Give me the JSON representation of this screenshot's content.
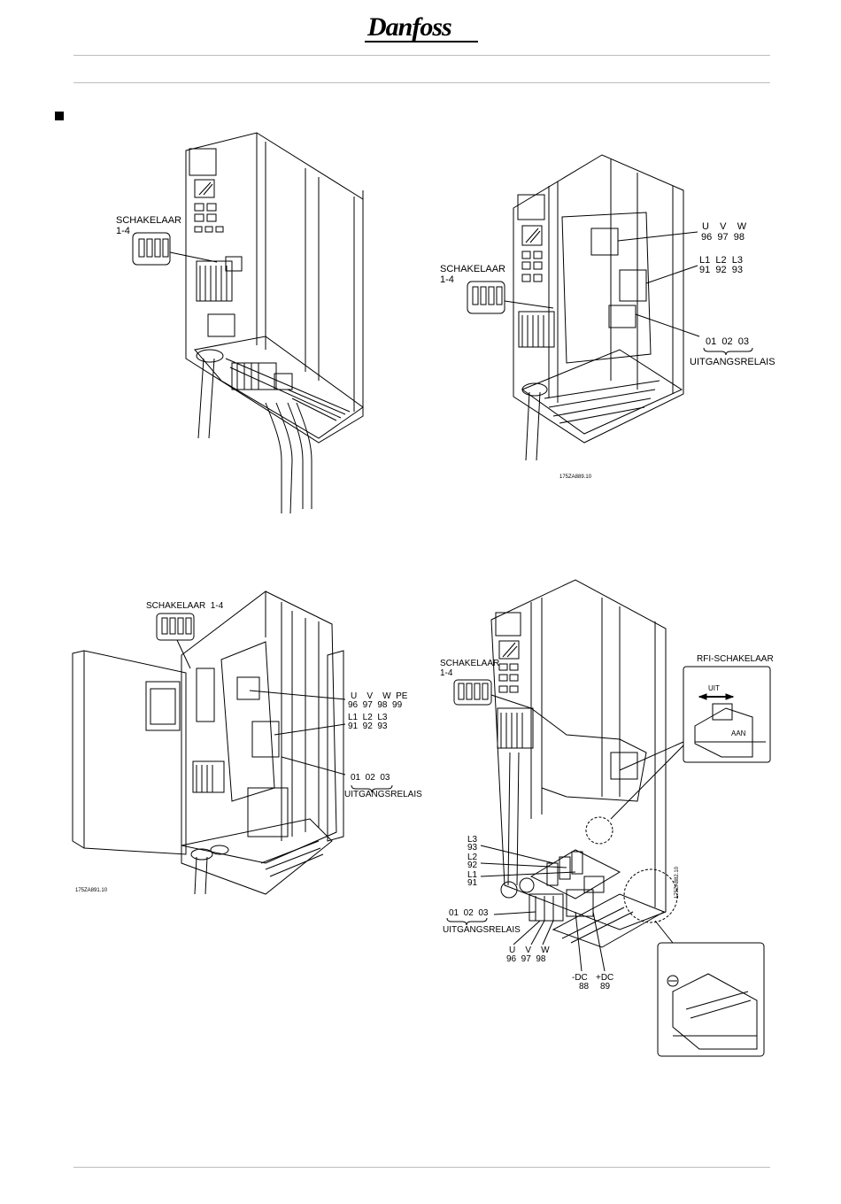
{
  "header": {
    "brand": "Danfoss"
  },
  "figures": [
    {
      "id": "fig1",
      "labels": {
        "switch": "SCHAKELAAR",
        "switch_range": "1-4"
      }
    },
    {
      "id": "fig2",
      "labels": {
        "switch": "SCHAKELAAR",
        "switch_range": "1-4",
        "motor_letters": "U    V    W",
        "motor_numbers": "96  97  98",
        "mains_letters": "L1  L2  L3",
        "mains_numbers": "91  92  93",
        "relay_numbers": "01  02  03",
        "relay_title": "UITGANGSRELAIS",
        "code": "175ZA889.10"
      }
    },
    {
      "id": "fig3",
      "labels": {
        "switch": "SCHAKELAAR  1-4",
        "motor_letters": "U    V    W  PE",
        "motor_numbers": "96  97  98  99",
        "mains_letters": "L1  L2  L3",
        "mains_numbers": "91  92  93",
        "relay_numbers": "01  02  03",
        "relay_title": "UITGANGSRELAIS",
        "code": "175ZA891.10"
      }
    },
    {
      "id": "fig4",
      "labels": {
        "switch": "SCHAKELAAR",
        "switch_range": "1-4",
        "rfi_title": "RFI-SCHAKELAAR",
        "rfi_off": "UIT",
        "rfi_on": "AAN",
        "l3": "L3",
        "n93": "93",
        "l2": "L2",
        "n92": "92",
        "l1": "L1",
        "n91": "91",
        "relay_numbers": "01  02  03",
        "relay_title": "UITGANGSRELAIS",
        "motor_letters": "U    V    W",
        "motor_numbers": "96  97  98",
        "dc_minus": "-DC",
        "dc_minus_num": "88",
        "dc_plus": "+DC",
        "dc_plus_num": "89",
        "code": "175ZA882.10"
      }
    }
  ]
}
